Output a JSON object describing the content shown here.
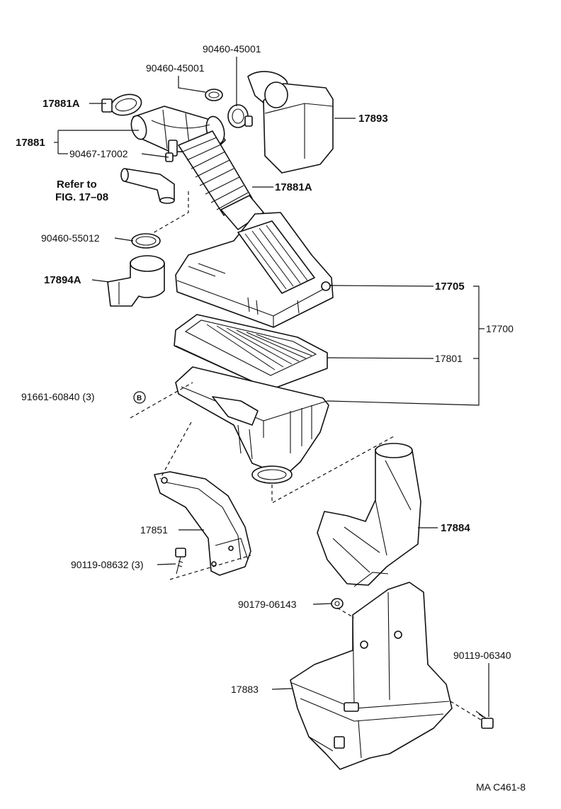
{
  "parts": {
    "p_17881a_top": "17881A",
    "p_17881": "17881",
    "p_90467_17002": "90467-17002",
    "p_refer_to": "Refer to",
    "p_fig": "FIG. 17–08",
    "p_90460_45001_a": "90460-45001",
    "p_90460_45001_b": "90460-45001",
    "p_17893": "17893",
    "p_17881a_mid": "17881A",
    "p_90460_55012": "90460-55012",
    "p_17894a": "17894A",
    "p_17705": "17705",
    "p_17700": "17700",
    "p_17801": "17801",
    "p_91661_60840": "91661-60840 (3)",
    "p_marker_b": "B",
    "p_17851": "17851",
    "p_90119_08632": "90119-08632 (3)",
    "p_17884": "17884",
    "p_90179_06143": "90179-06143",
    "p_90119_06340": "90119-06340",
    "p_17883": "17883"
  },
  "footer": {
    "code": "MA C461-8"
  }
}
